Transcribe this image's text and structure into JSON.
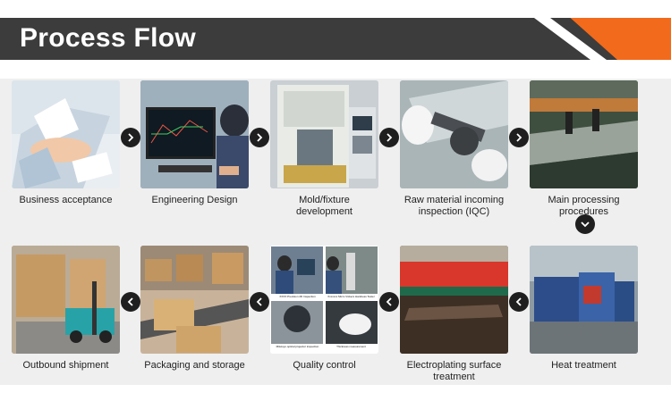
{
  "header": {
    "title": "Process Flow"
  },
  "colors": {
    "header_bg": "#3c3c3c",
    "accent": "#f26a1b",
    "arrow_bg": "#1f1f1f",
    "band_bg": "#efefef"
  },
  "row1": [
    {
      "label": "Business acceptance"
    },
    {
      "label": "Engineering Design"
    },
    {
      "label": "Mold/fixture development"
    },
    {
      "label": "Raw material incoming inspection (IQC)"
    },
    {
      "label": "Main processing procedures"
    }
  ],
  "row2": [
    {
      "label": "Outbound shipment"
    },
    {
      "label": "Packaging and storage"
    },
    {
      "label": "Quality control"
    },
    {
      "label": "Electroplating surface treatment"
    },
    {
      "label": "Heat treatment"
    }
  ],
  "qc_photo_labels": [
    "XXXX Precision 2D Inspection",
    "Xxxxxxx Micro Vickers Hardness Tester",
    "Mitutoyo optical projector inspection",
    "Thickness measurement"
  ]
}
